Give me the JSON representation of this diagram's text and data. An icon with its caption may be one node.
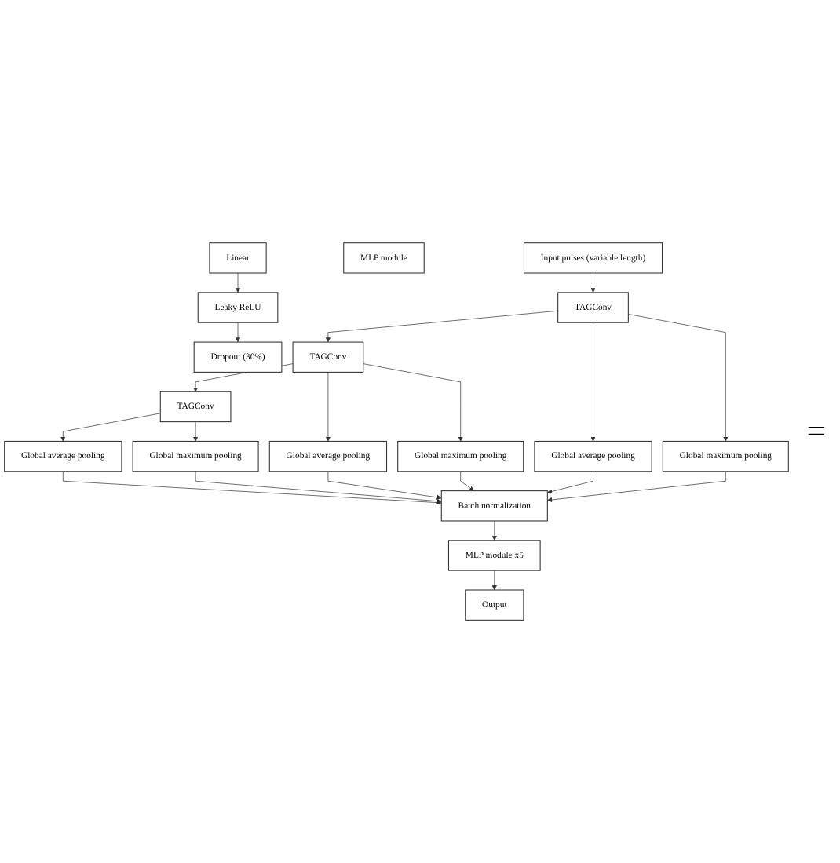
{
  "diagram": {
    "nodes": [
      {
        "text": [
          "Input pulses (variable length)"
        ]
      },
      {
        "text": [
          "TAGConv"
        ]
      },
      {
        "text": [
          "TAGConv"
        ]
      },
      {
        "text": [
          "TAGConv"
        ]
      },
      {
        "text": [
          "Global average pooling"
        ]
      },
      {
        "text": [
          "Global maximum pooling"
        ]
      },
      {
        "text": [
          "Global average pooling"
        ]
      },
      {
        "text": [
          "Global maximum pooling"
        ]
      },
      {
        "text": [
          "Global average pooling"
        ]
      },
      {
        "text": [
          "Global maximum pooling"
        ]
      },
      {
        "text": [
          "Batch normalization"
        ]
      },
      {
        "text": [
          "MLP module x5"
        ]
      },
      {
        "text": [
          "Output"
        ]
      },
      {
        "text": [
          "MLP module"
        ]
      },
      {
        "text": [
          "Linear"
        ]
      },
      {
        "text": [
          "Leaky ReLU"
        ]
      },
      {
        "text": [
          "Dropout (30%)"
        ]
      }
    ],
    "edges": [
      {
        "from": 0,
        "to": 1,
        "arrow": "to"
      },
      {
        "from": 1,
        "to": 2,
        "arrow": "to"
      },
      {
        "from": 2,
        "to": 3,
        "arrow": "to"
      },
      {
        "from": 1,
        "to": 4,
        "arrow": "to"
      },
      {
        "from": 1,
        "to": 5,
        "arrow": "to"
      },
      {
        "from": 2,
        "to": 6,
        "arrow": "to"
      },
      {
        "from": 2,
        "to": 7,
        "arrow": "to"
      },
      {
        "from": 3,
        "to": 8,
        "arrow": "to"
      },
      {
        "from": 3,
        "to": 9,
        "arrow": "to"
      },
      {
        "from": 4,
        "to": 10,
        "arrow": "to"
      },
      {
        "from": 5,
        "to": 10,
        "arrow": "to"
      },
      {
        "from": 6,
        "to": 10,
        "arrow": "to"
      },
      {
        "from": 7,
        "to": 10,
        "arrow": "to"
      },
      {
        "from": 8,
        "to": 10,
        "arrow": "to"
      },
      {
        "from": 9,
        "to": 10,
        "arrow": "to"
      },
      {
        "from": 10,
        "to": 11,
        "arrow": "to"
      },
      {
        "from": 11,
        "to": 12,
        "arrow": "to"
      },
      {
        "from": 14,
        "to": 15,
        "arrow": "to"
      },
      {
        "from": 15,
        "to": 16,
        "arrow": "to"
      }
    ],
    "labels": [
      "="
    ]
  }
}
